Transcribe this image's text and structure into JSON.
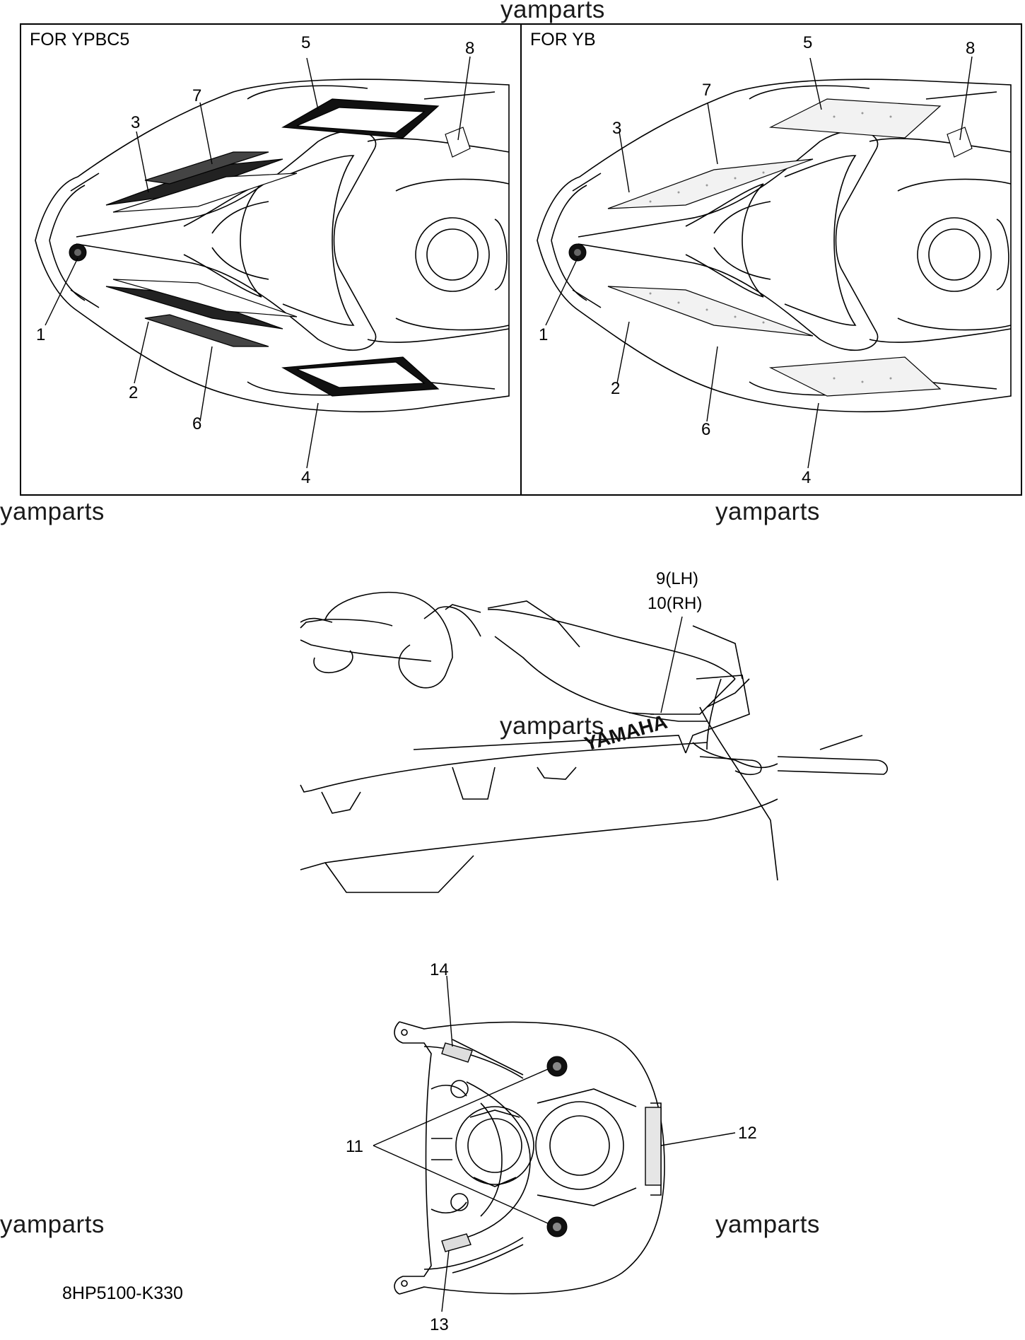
{
  "watermark": "yamparts",
  "panels": {
    "left_title": "FOR YPBC5",
    "right_title": "FOR YB"
  },
  "callouts": {
    "c1": "1",
    "c2": "2",
    "c3": "3",
    "c4": "4",
    "c5": "5",
    "c6": "6",
    "c7": "7",
    "c8": "8",
    "c9": "9(LH)",
    "c10": "10(RH)",
    "c11": "11",
    "c12": "12",
    "c13": "13",
    "c14": "14"
  },
  "decal_brand_text": "YAMAHA",
  "diagram_code": "8HP5100-K330"
}
